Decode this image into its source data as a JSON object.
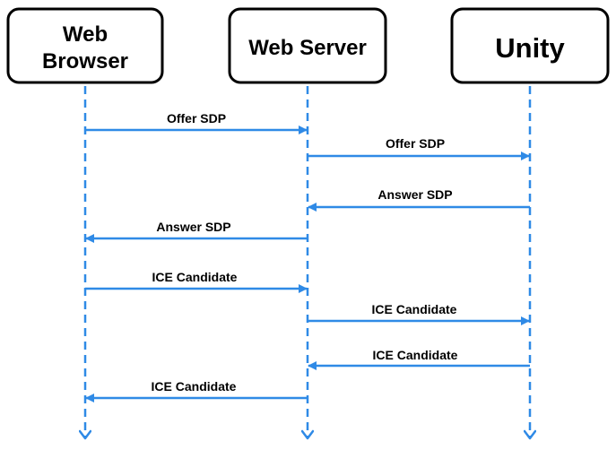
{
  "colors": {
    "arrow": "#2f8ae6",
    "box_border": "#000000",
    "box_fill": "#ffffff",
    "text": "#000000"
  },
  "participants": [
    {
      "id": "browser",
      "lines": [
        "Web",
        "Browser"
      ]
    },
    {
      "id": "server",
      "lines": [
        "Web Server"
      ]
    },
    {
      "id": "unity",
      "lines": [
        "Unity"
      ]
    }
  ],
  "messages": [
    {
      "from": "browser",
      "to": "server",
      "label": "Offer SDP"
    },
    {
      "from": "server",
      "to": "unity",
      "label": "Offer SDP"
    },
    {
      "from": "unity",
      "to": "server",
      "label": "Answer SDP"
    },
    {
      "from": "server",
      "to": "browser",
      "label": "Answer SDP"
    },
    {
      "from": "browser",
      "to": "server",
      "label": "ICE Candidate"
    },
    {
      "from": "server",
      "to": "unity",
      "label": "ICE Candidate"
    },
    {
      "from": "unity",
      "to": "server",
      "label": "ICE Candidate"
    },
    {
      "from": "server",
      "to": "browser",
      "label": "ICE Candidate"
    }
  ]
}
